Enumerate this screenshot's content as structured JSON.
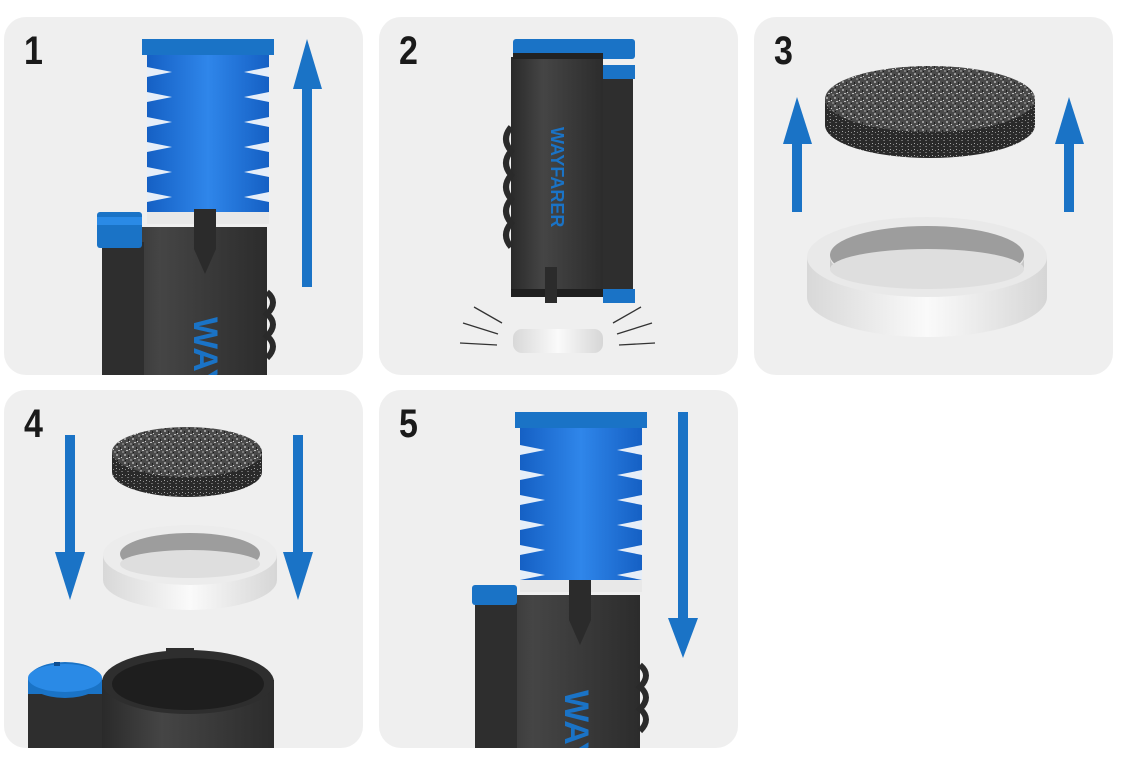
{
  "colors": {
    "panel_bg": "#efefef",
    "arrow_blue": "#1a73c6",
    "spring_blue": "#1f6fd6",
    "filter_body": "#3a3a3a",
    "filter_dark": "#2b2b2b",
    "ring_white": "#f4f4f4",
    "sponge_gray": "#555555"
  },
  "steps": [
    {
      "number": "1",
      "brand_text": "WAY"
    },
    {
      "number": "2",
      "brand_text": "WAYFARER"
    },
    {
      "number": "3"
    },
    {
      "number": "4"
    },
    {
      "number": "5",
      "brand_text": "WAY"
    }
  ]
}
